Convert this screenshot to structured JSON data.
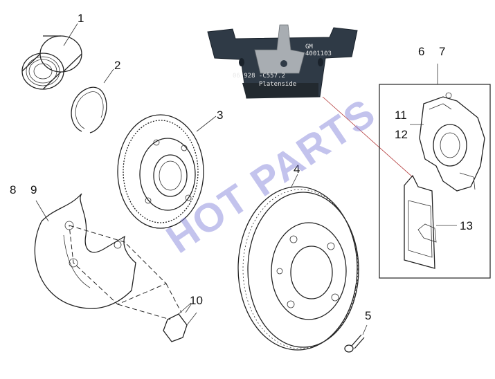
{
  "labels": {
    "l1": "1",
    "l2": "2",
    "l3": "3",
    "l4": "4",
    "l5": "5",
    "l6": "6",
    "l7": "7",
    "l8": "8",
    "l9": "9",
    "l10": "10",
    "l11": "11",
    "l12": "12",
    "l13": "13"
  },
  "pad_markings": {
    "brand_line": "GM",
    "code": "4001103",
    "part_number": "06.928 -C557.2",
    "side": "Platenside"
  },
  "watermark": "HOT PARTS",
  "colors": {
    "line": "#222222",
    "pad_photo": "#2f3a46",
    "watermark": "#7b7bd6",
    "leader_red": "#b03030"
  }
}
